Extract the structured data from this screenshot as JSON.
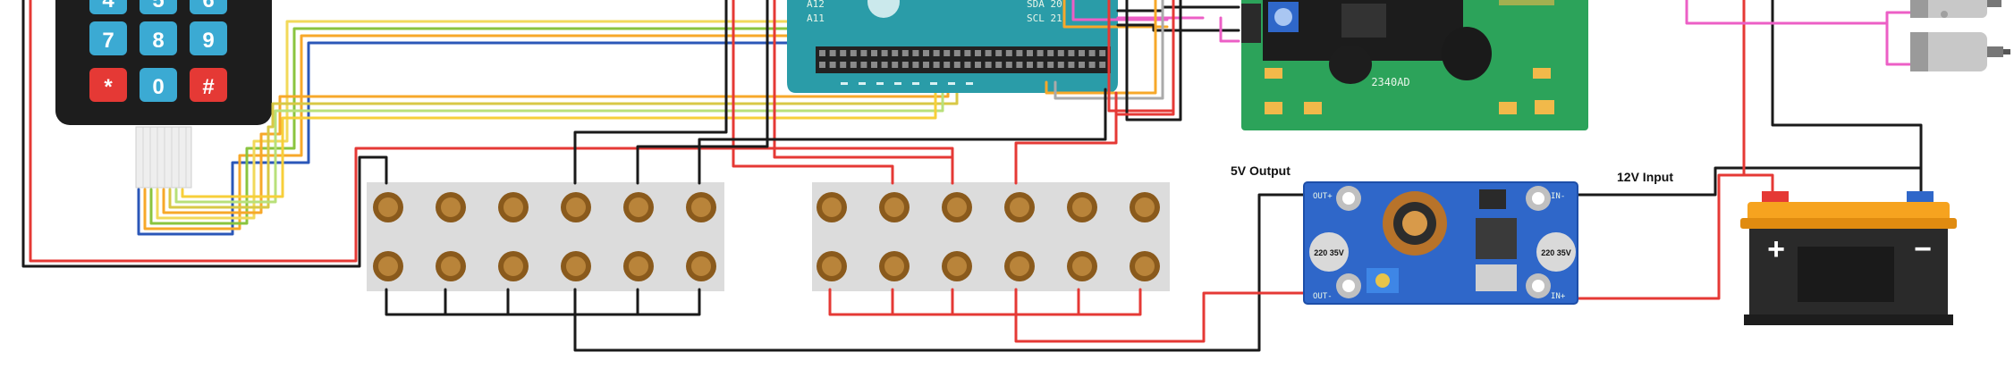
{
  "keypad": {
    "keys_partial": [
      "4",
      "5",
      "6"
    ],
    "keys": [
      [
        "7",
        "8",
        "9"
      ],
      [
        "*",
        "0",
        "#"
      ]
    ]
  },
  "arduino": {
    "silk_left_top": "A12",
    "silk_left_bottom": "A11",
    "silk_right_top": "SDA 20",
    "silk_right_bottom": "SCL 21"
  },
  "lcd": {
    "chip_label": "2340AD"
  },
  "labels": {
    "five_volt_output": "5V Output",
    "twelve_volt_input": "12V Input"
  },
  "buck_converter": {
    "cap_left": "220 35V",
    "cap_right": "220 35V",
    "pin_out_plus": "OUT+",
    "pin_out_minus": "OUT-",
    "pin_in_plus": "IN+",
    "pin_in_minus": "IN-"
  },
  "battery": {
    "plus_symbol": "+",
    "minus_symbol": "−"
  },
  "colors": {
    "red_wire": "#e53935",
    "black_wire": "#1a1a1a",
    "pink_wire": "#ec5fc6",
    "arduino_teal": "#2a9ca8",
    "lcd_green": "#2ca35a",
    "buck_blue": "#2f67c9",
    "battery_orange": "#f6a31f",
    "keypad_key_blue": "#3baad3",
    "keypad_key_red": "#e53935",
    "terminal_brass": "#8a5a1c"
  }
}
